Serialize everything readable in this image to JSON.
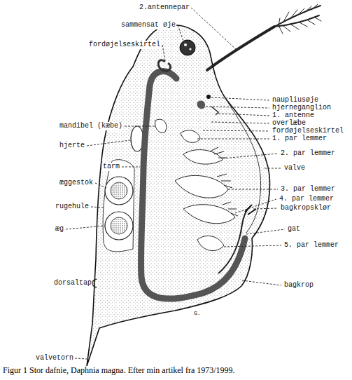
{
  "diagram": {
    "caption": "Figur 1 Stor dafnie, Daphnia magna. Efter min artikel fra 1973/1999.",
    "labels": [
      "2.antennepar",
      "sammensat øje",
      "fordøjelseskirtel",
      "mandibel (kæbe)",
      "hjerte",
      "tarm",
      "æggestok",
      "rugehule",
      "æg",
      "dorsaltap",
      "valvetorn",
      "naupliusøje",
      "hjerneganglion",
      "1. antenne",
      "overlæbe",
      "fordøjelseskirtel",
      "1. par lemmer",
      "2. par lemmer",
      "valve",
      "3. par lemmer",
      "4. par lemmer",
      "bagkropsklør",
      "gat",
      "5. par lemmer",
      "bagkrop",
      "G."
    ]
  }
}
